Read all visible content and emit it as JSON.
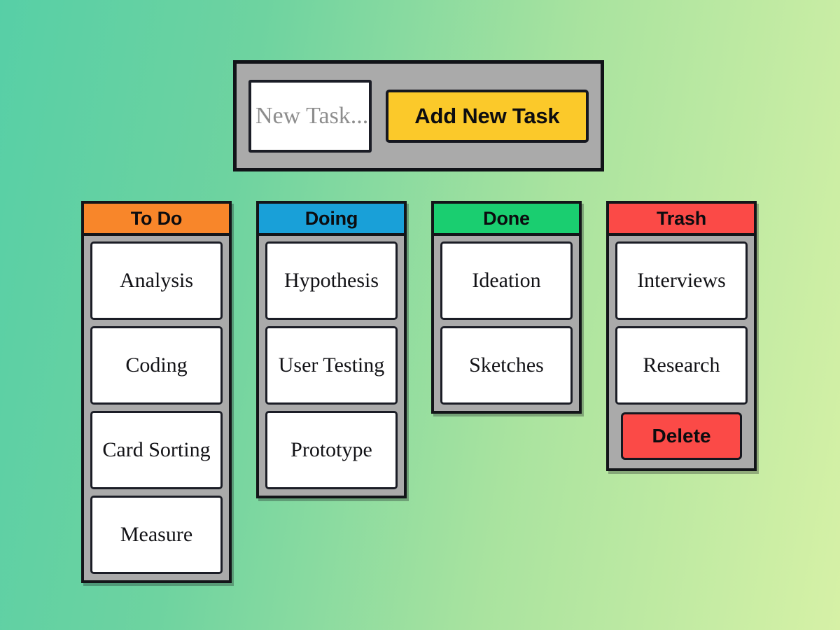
{
  "toolbar": {
    "input_placeholder": "New Task...",
    "input_value": "",
    "add_button_label": "Add New Task",
    "add_button_color": "#fbc92a",
    "panel_color": "#aaaaaa"
  },
  "board": {
    "columns": [
      {
        "title": "To Do",
        "header_color": "#f8862a",
        "cards": [
          {
            "label": "Analysis"
          },
          {
            "label": "Coding"
          },
          {
            "label": "Card Sorting"
          },
          {
            "label": "Measure"
          }
        ],
        "action": null
      },
      {
        "title": "Doing",
        "header_color": "#19a0d8",
        "cards": [
          {
            "label": "Hypothesis"
          },
          {
            "label": "User Testing"
          },
          {
            "label": "Prototype"
          }
        ],
        "action": null
      },
      {
        "title": "Done",
        "header_color": "#1ace70",
        "cards": [
          {
            "label": "Ideation"
          },
          {
            "label": "Sketches"
          }
        ],
        "action": null
      },
      {
        "title": "Trash",
        "header_color": "#fb4a47",
        "cards": [
          {
            "label": "Interviews"
          },
          {
            "label": "Research"
          }
        ],
        "action": {
          "label": "Delete",
          "color": "#fb4a47"
        }
      }
    ]
  },
  "background": {
    "gradient_from": "#57cfa6",
    "gradient_to": "#d6f1a6"
  }
}
